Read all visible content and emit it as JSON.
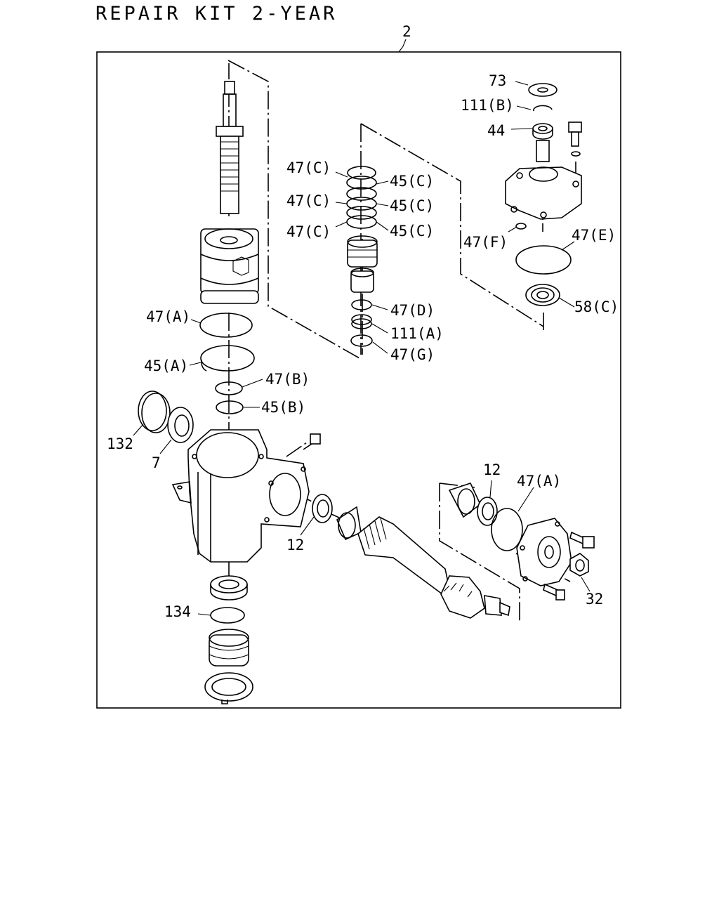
{
  "title": "REPAIR KIT 2-YEAR",
  "assembly_number": "2",
  "callouts": [
    {
      "id": "c73",
      "label": "73"
    },
    {
      "id": "c111b",
      "label": "111(B)"
    },
    {
      "id": "c44",
      "label": "44"
    },
    {
      "id": "c47c_1",
      "label": "47(C)"
    },
    {
      "id": "c45c_1",
      "label": "45(C)"
    },
    {
      "id": "c47c_2",
      "label": "47(C)"
    },
    {
      "id": "c45c_2",
      "label": "45(C)"
    },
    {
      "id": "c47c_3",
      "label": "47(C)"
    },
    {
      "id": "c45c_3",
      "label": "45(C)"
    },
    {
      "id": "c47f",
      "label": "47(F)"
    },
    {
      "id": "c47e",
      "label": "47(E)"
    },
    {
      "id": "c58c",
      "label": "58(C)"
    },
    {
      "id": "c47d",
      "label": "47(D)"
    },
    {
      "id": "c111a",
      "label": "111(A)"
    },
    {
      "id": "c47g",
      "label": "47(G)"
    },
    {
      "id": "c47a_1",
      "label": "47(A)"
    },
    {
      "id": "c45a",
      "label": "45(A)"
    },
    {
      "id": "c47b",
      "label": "47(B)"
    },
    {
      "id": "c45b",
      "label": "45(B)"
    },
    {
      "id": "c132",
      "label": "132"
    },
    {
      "id": "c7",
      "label": "7"
    },
    {
      "id": "c12_1",
      "label": "12"
    },
    {
      "id": "c12_2",
      "label": "12"
    },
    {
      "id": "c47a_2",
      "label": "47(A)"
    },
    {
      "id": "c32",
      "label": "32"
    },
    {
      "id": "c134",
      "label": "134"
    }
  ]
}
